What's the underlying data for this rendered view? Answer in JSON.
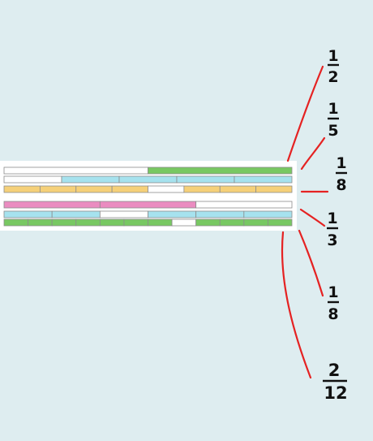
{
  "colors": {
    "background": "#deedf0",
    "board": "#ffffff",
    "empty": "#ffffff",
    "green": "#78c862",
    "blue": "#a6e2ee",
    "yellow": "#f5d079",
    "pink": "#ea8cc0",
    "outline": "#8c8c8c",
    "connector": "#e52222"
  },
  "strips": [
    {
      "color": "green",
      "cells": [
        0,
        1
      ]
    },
    {
      "color": "blue",
      "cells": [
        0,
        1,
        1,
        1,
        1
      ]
    },
    {
      "color": "yellow",
      "cells": [
        1,
        1,
        1,
        1,
        0,
        1,
        1,
        1
      ]
    },
    {
      "color": "pink",
      "cells": [
        1,
        1,
        0
      ]
    },
    {
      "color": "blue",
      "cells": [
        1,
        1,
        0,
        1,
        1,
        1
      ]
    },
    {
      "color": "green",
      "cells": [
        1,
        1,
        1,
        1,
        1,
        1,
        1,
        0,
        1,
        1,
        1,
        1
      ]
    }
  ],
  "fractions": [
    {
      "numerator": "1",
      "denominator": "2"
    },
    {
      "numerator": "1",
      "denominator": "5"
    },
    {
      "numerator": "1",
      "denominator": "8"
    },
    {
      "numerator": "1",
      "denominator": "3"
    },
    {
      "numerator": "1",
      "denominator": "8"
    },
    {
      "numerator": "2",
      "denominator": "12"
    }
  ]
}
